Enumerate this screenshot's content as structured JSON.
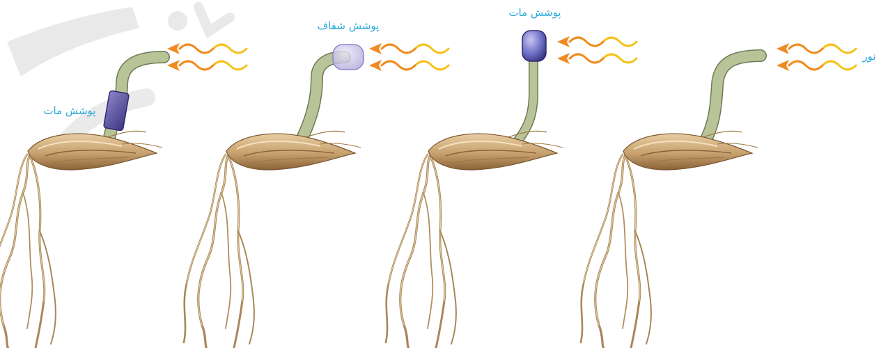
{
  "colors": {
    "label": "#29a8dc",
    "stem": "#b9c398",
    "stem_edge": "#6f7a55",
    "seed": "#c7a06e",
    "seed_dark": "#7a5530",
    "root": "#a8875a",
    "root_light": "#e4cfa2",
    "arrow_orange": "#f08a22",
    "wave_yellow": "#f5c21a",
    "opaque_cover": "#5a4fa0",
    "clear_cover": "#b7b0dc",
    "tip_cover": "#6b6cc4"
  },
  "seedlings": [
    {
      "id": "s1",
      "label": "پوشش مات",
      "cover": "opaque-band",
      "bends_to_light": true
    },
    {
      "id": "s2",
      "label": "پوشش شفاف",
      "cover": "transparent-tip",
      "bends_to_light": true
    },
    {
      "id": "s3",
      "label": "پوشش مات",
      "cover": "opaque-tip",
      "bends_to_light": false
    },
    {
      "id": "s4",
      "label": "نور",
      "cover": "none",
      "bends_to_light": true
    }
  ]
}
